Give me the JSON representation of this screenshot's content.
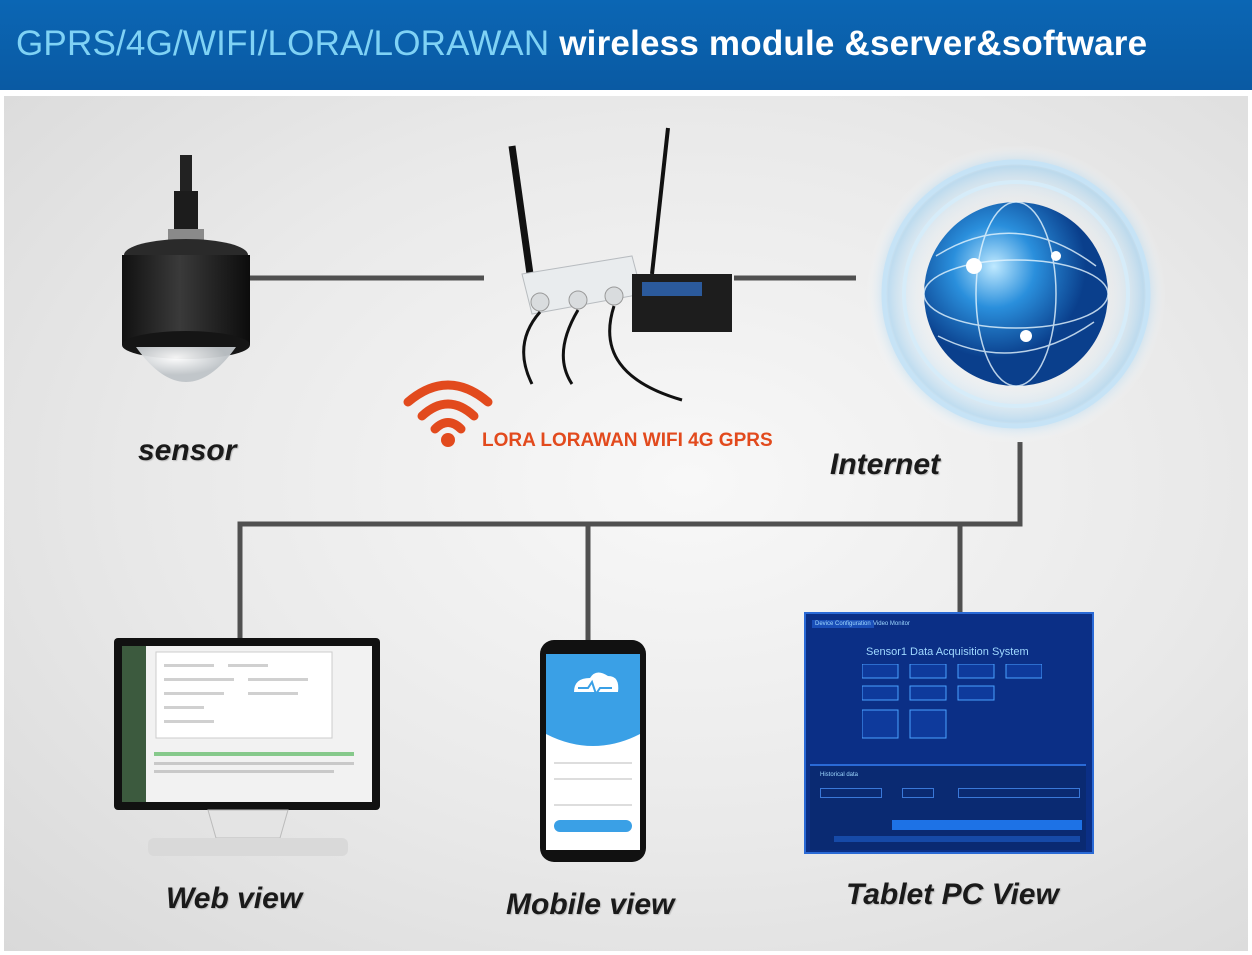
{
  "banner": {
    "title_highlight": "GPRS/4G/WIFI/LORA/LORAWAN",
    "title_rest": " wireless module &server&software"
  },
  "nodes": {
    "sensor": "sensor",
    "internet": "Internet",
    "wireless_protocols": "LORA LORAWAN WIFI 4G GPRS",
    "web_view": "Web view",
    "mobile_view": "Mobile view",
    "tablet_view": "Tablet PC View"
  },
  "tablet_screen": {
    "tab1": "Device Configuration",
    "tab2": "Video Monitor",
    "system_title": "Sensor1 Data Acquisition System",
    "section": "Historical data"
  },
  "colors": {
    "banner": "#0b66b4",
    "banner_highlight": "#7fd2f5",
    "lora_text": "#e24a1d",
    "connector": "#505050"
  }
}
